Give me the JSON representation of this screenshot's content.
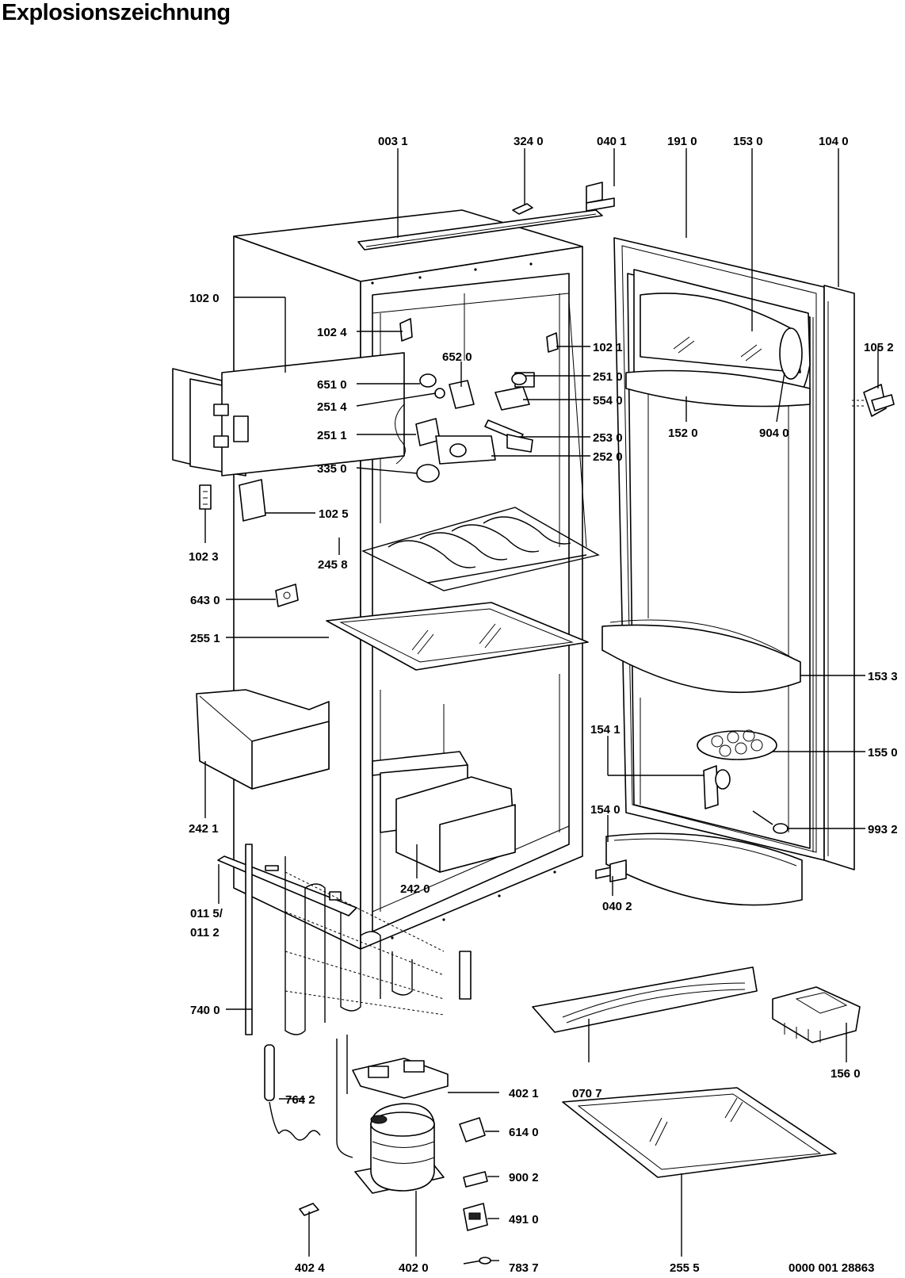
{
  "title": "Explosionszeichnung",
  "document_number": "0000 001 28863",
  "colors": {
    "line": "#000000",
    "background": "#ffffff",
    "part_fill": "#f2f2f2"
  },
  "labels": {
    "p0031": "003 1",
    "p3240": "324 0",
    "p0401": "040 1",
    "p1910": "191 0",
    "p1530": "153 0",
    "p1040": "104 0",
    "p1020": "102 0",
    "p1024": "102 4",
    "p1021": "102 1",
    "p6520": "652 0",
    "p1052": "105 2",
    "p6510": "651 0",
    "p2510": "251 0",
    "p2514": "251 4",
    "p5540": "554 0",
    "p2511": "251 1",
    "p2530": "253 0",
    "p1520": "152 0",
    "p9040": "904 0",
    "p3350": "335 0",
    "p2520": "252 0",
    "p1025": "102 5",
    "p1023": "102 3",
    "p2458": "245 8",
    "p6430": "643 0",
    "p2551": "255 1",
    "p1533": "153 3",
    "p1541": "154 1",
    "p1550": "155 0",
    "p1540": "154 0",
    "p2421": "242 1",
    "p9932": "993 2",
    "p2420": "242 0",
    "p0115": "011 5/",
    "p0112": "011 2",
    "p0402": "040 2",
    "p7400": "740 0",
    "p1560": "156 0",
    "p7642": "764 2",
    "p4021": "402 1",
    "p0707": "070 7",
    "p6140": "614 0",
    "p9002": "900 2",
    "p4910": "491 0",
    "p4024": "402 4",
    "p4020": "402 0",
    "p7837": "783 7",
    "p2555": "255 5"
  }
}
